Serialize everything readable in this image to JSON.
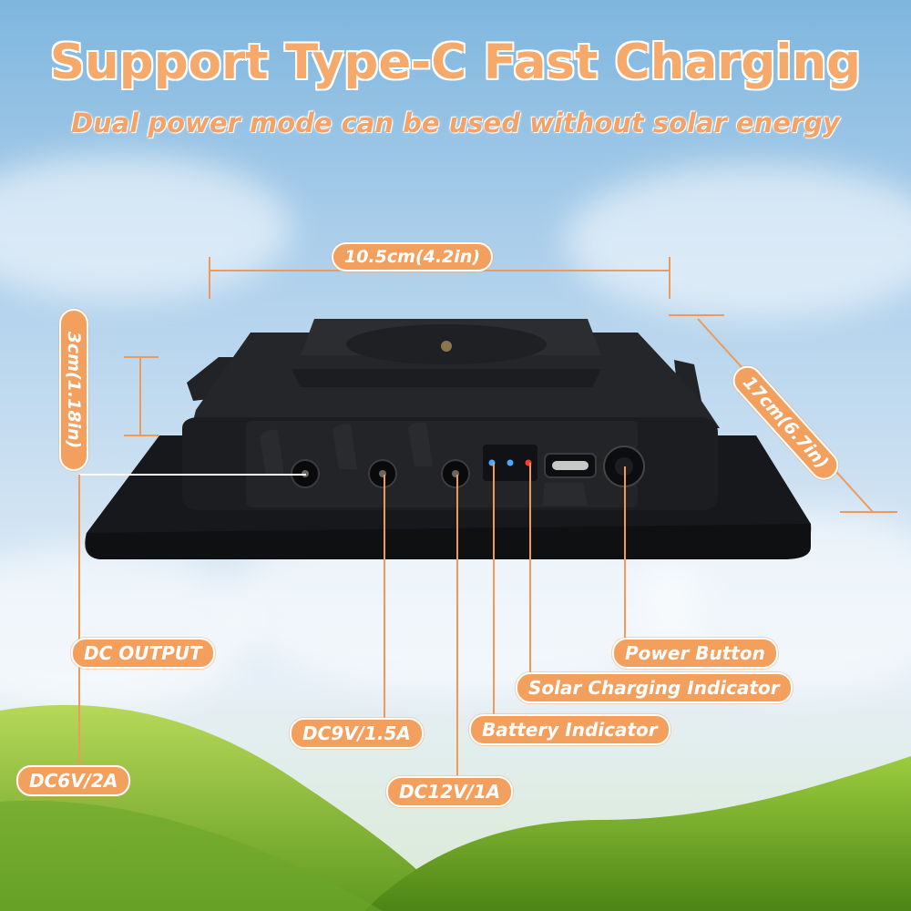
{
  "headline": "Support Type-C Fast Charging",
  "subhead": "Dual power mode can be used without solar energy",
  "dimensions": {
    "width": "10.5cm(4.2in)",
    "height": "3cm(1.18in)",
    "depth": "17cm(6.7in)"
  },
  "labels": {
    "dc_output": "DC OUTPUT",
    "dc6v": "DC6V/2A",
    "dc9v": "DC9V/1.5A",
    "dc12v": "DC12V/1A",
    "battery_indicator": "Battery Indicator",
    "solar_indicator": "Solar Charging Indicator",
    "power_button": "Power Button"
  },
  "colors": {
    "accent": "#f3a05f",
    "device": "#1c1d20",
    "led_blue": "#4aa8ff",
    "led_red": "#ff3b2f"
  }
}
